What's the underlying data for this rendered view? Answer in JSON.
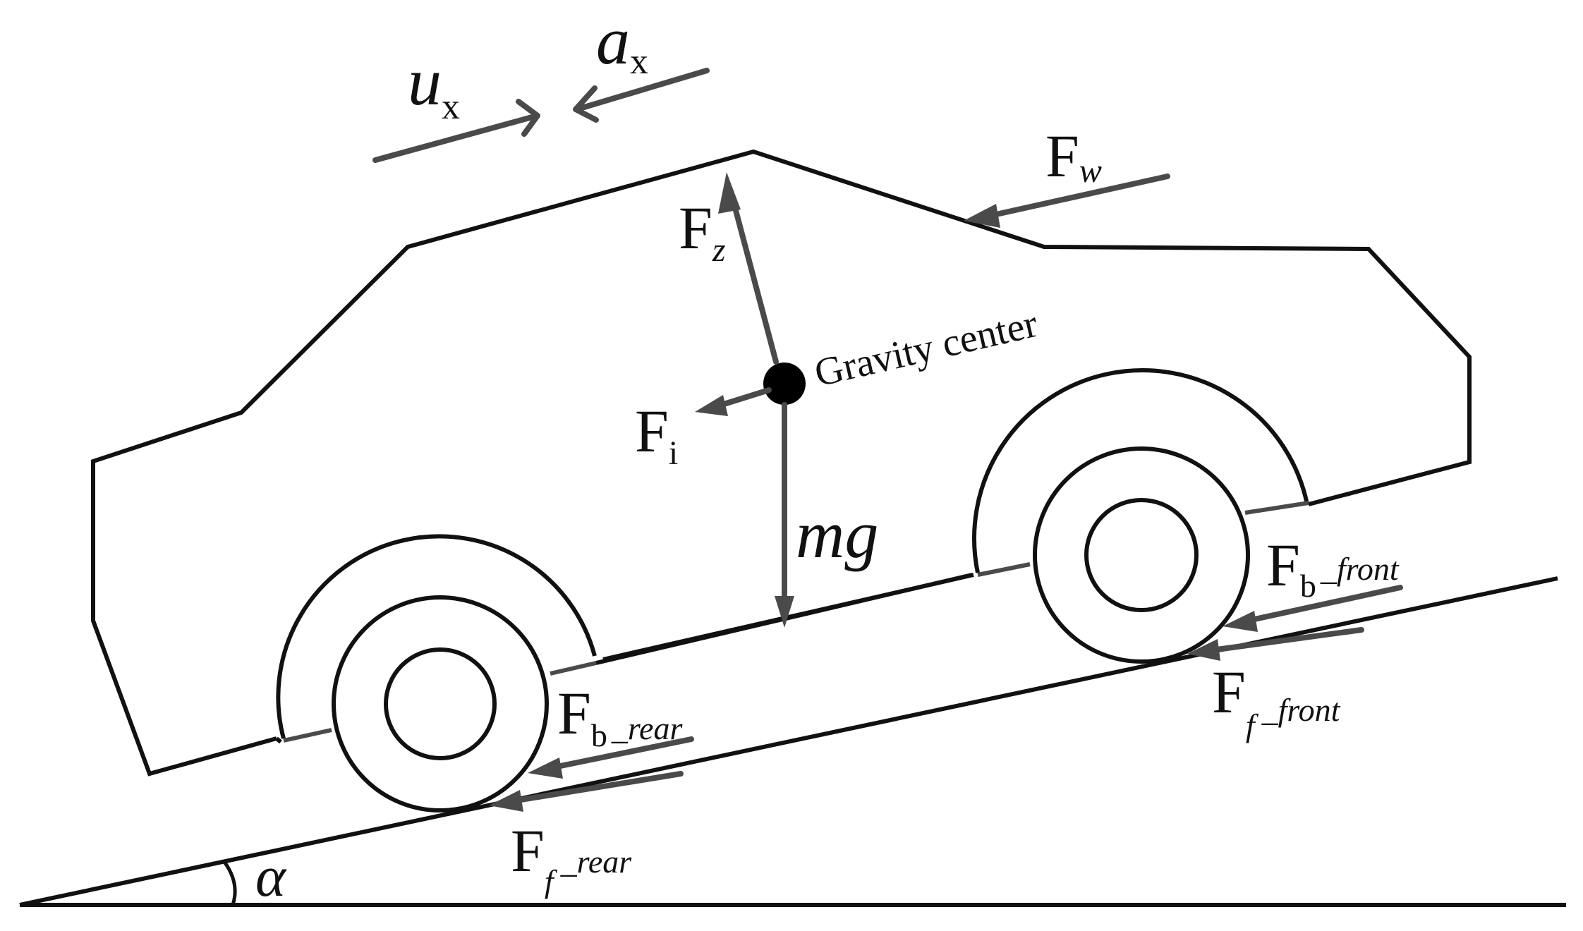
{
  "labels": {
    "u": "u",
    "u_sub": "x",
    "a": "a",
    "a_sub": "x",
    "Fw": "F",
    "Fw_sub": "w",
    "Fz": "F",
    "Fz_sub": "z",
    "Fi": "F",
    "Fi_sub": "i",
    "gravity_center": "Gravity center",
    "mg": "mg",
    "Fb_front": "F",
    "Fb_front_sub": "b",
    "Fb_front_sub2": "_front",
    "Ff_front": "F",
    "Ff_front_sub": "f",
    "Ff_front_sub2": "_front",
    "Fb_rear": "F",
    "Fb_rear_sub": "b",
    "Fb_rear_sub2": "_rear",
    "Ff_rear": "F",
    "Ff_rear_sub": "f",
    "Ff_rear_sub2": "_rear",
    "alpha": "α"
  },
  "colors": {
    "outline": "#111111",
    "arrow": "#4a4a4a",
    "background": "#ffffff"
  }
}
